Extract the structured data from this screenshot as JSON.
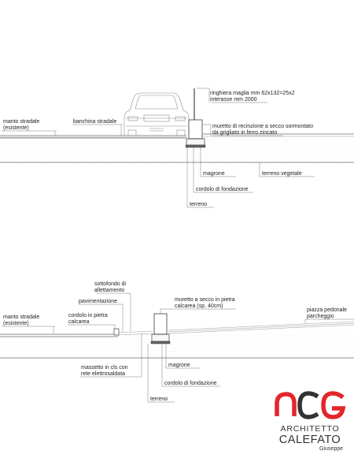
{
  "section_top": {
    "ringhiera_line1": "ringhiera maglia mm 62x132=25x2",
    "ringhiera_line2": "interasse mm 2000",
    "manto_line1": "manto stradale",
    "manto_line2": "(esistente)",
    "banchina": "banchina stradale",
    "muretto_line1": "muretto di recinzione a secco sormontato",
    "muretto_line2": "da grigliato in ferro zincato",
    "magrone": "magrone",
    "terreno_vegetale": "terreno vegetale",
    "cordolo": "cordolo di fondazione",
    "terreno": "terreno"
  },
  "section_bottom": {
    "sottofondo_line1": "sottofondo di",
    "sottofondo_line2": "allettamento",
    "pavimentazione": "pavimentazione",
    "muretto_line1": "muretto a secco in pietra",
    "muretto_line2": "calcarea (sp. 40cm)",
    "manto_line1": "manto stradale",
    "manto_line2": "(esistente)",
    "cordolo_pietra_line1": "cordolo in pietra",
    "cordolo_pietra_line2": "calcarea",
    "piazza_line1": "piazza pedonale",
    "piazza_line2": "parcheggio",
    "massetto_line1": "massetto in cls con",
    "massetto_line2": "rete elettrosaldata",
    "magrone": "magrone",
    "cordolo": "cordolo di fondazione",
    "terreno": "terreno"
  },
  "logo": {
    "line1": "ARCHITETTO",
    "line2": "CALEFATO",
    "line3": "Giuseppe",
    "accent_color": "#e3262b",
    "text_color": "#333333"
  }
}
